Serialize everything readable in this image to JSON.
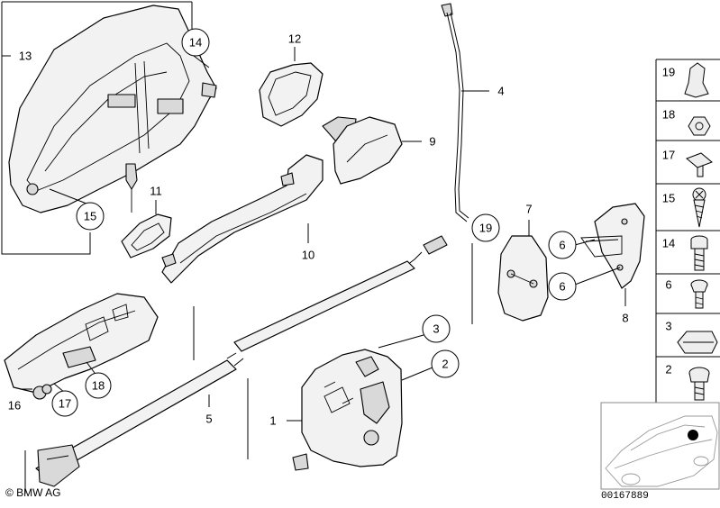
{
  "diagram": {
    "callouts_plain": {
      "c13": "13",
      "c12": "12",
      "c4": "4",
      "c9": "9",
      "c11": "11",
      "c10": "10",
      "c7": "7",
      "c8": "8",
      "c1": "1",
      "c5": "5",
      "c16": "16"
    },
    "callouts_circled": {
      "c14": "14",
      "c15": "15",
      "c19": "19",
      "c6a": "6",
      "c6b": "6",
      "c3": "3",
      "c2": "2",
      "c17": "17",
      "c18": "18"
    },
    "legend": {
      "items": [
        {
          "label": "19",
          "icon": "clip-icon"
        },
        {
          "label": "18",
          "icon": "hex-nut-icon"
        },
        {
          "label": "17",
          "icon": "square-nut-icon"
        },
        {
          "label": "15",
          "icon": "phillips-screw-icon"
        },
        {
          "label": "14",
          "icon": "hex-socket-bolt-icon"
        },
        {
          "label": "6",
          "icon": "torx-screw-icon"
        },
        {
          "label": "3",
          "icon": "plug-icon"
        },
        {
          "label": "2",
          "icon": "collar-screw-icon"
        }
      ]
    },
    "footer": {
      "copyright": "© BMW AG",
      "diagram_number": "00167889"
    },
    "colors": {
      "line": "#000000",
      "part_fill": "#f2f2f2",
      "thumbnail_stroke": "#8a8a8a"
    }
  }
}
